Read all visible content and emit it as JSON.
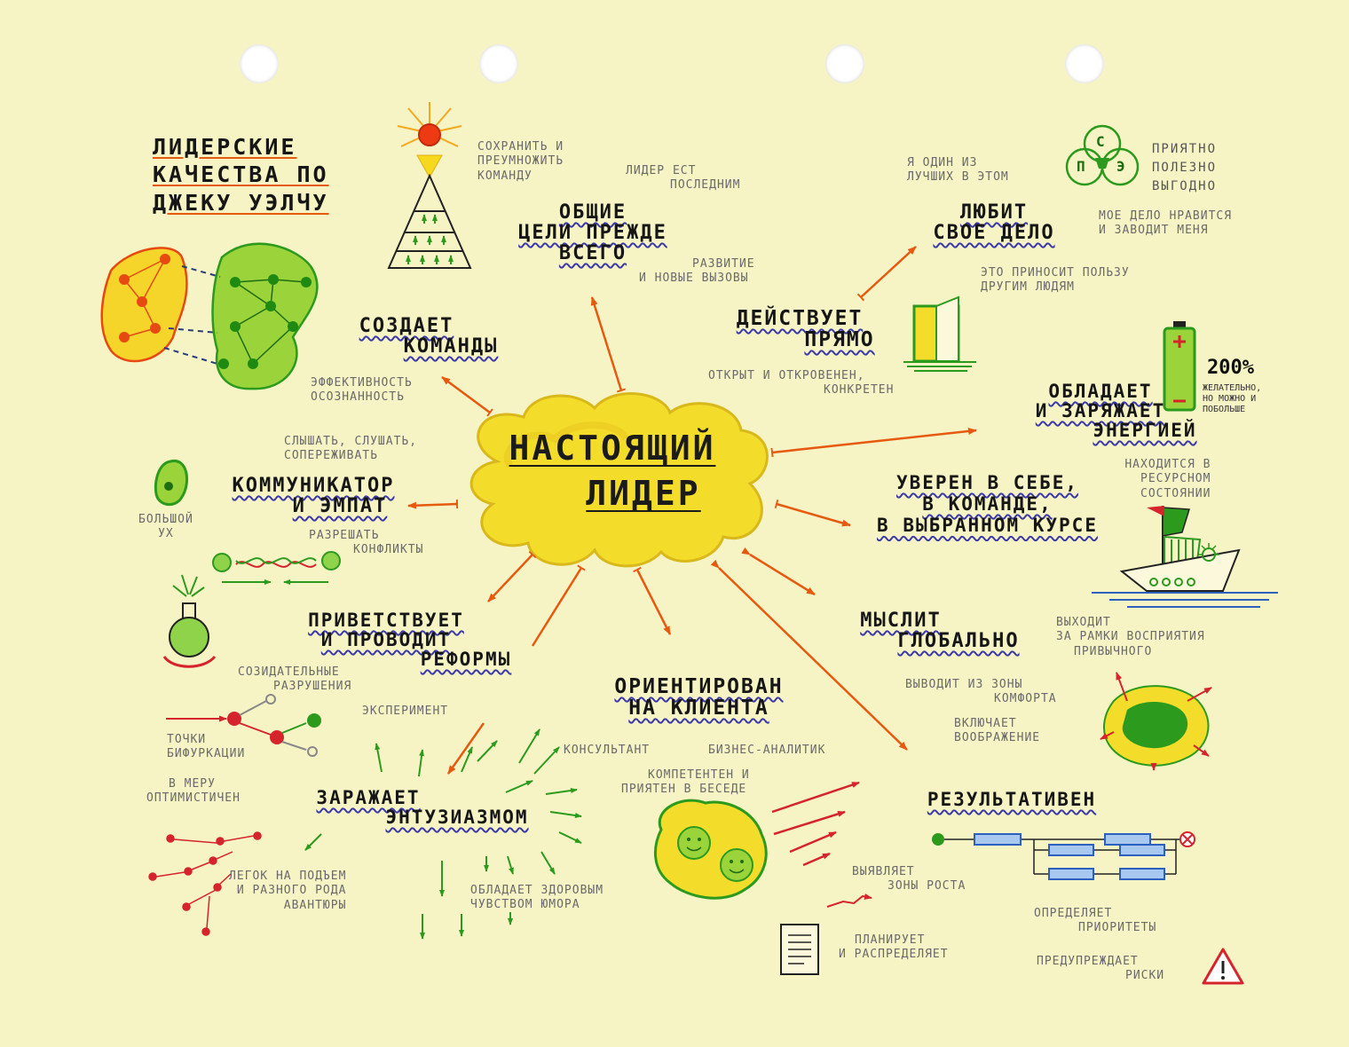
{
  "title": [
    "ЛИДЕРСКИЕ",
    "КАЧЕСТВА ПО",
    "ДЖЕКУ УЭЛЧУ"
  ],
  "center": [
    "НАСТОЯЩИЙ",
    "ЛИДЕР"
  ],
  "nodes": {
    "goals": [
      "ОБЩИЕ",
      "ЦЕЛИ ПРЕЖДЕ",
      "ВСЕГО"
    ],
    "loves": [
      "ЛЮБИТ",
      "СВОЕ ДЕЛО"
    ],
    "direct": [
      "ДЕЙСТВУЕТ",
      "ПРЯМО"
    ],
    "energy": [
      "ОБЛАДАЕТ",
      "И ЗАРЯЖАЕТ",
      "ЭНЕРГИЕЙ"
    ],
    "confident": [
      "УВЕРЕН В СЕБЕ,",
      "В КОМАНДЕ,",
      "В ВЫБРАННОМ КУРСЕ"
    ],
    "global": [
      "МЫСЛИТ",
      "ГЛОБАЛЬНО"
    ],
    "result": [
      "РЕЗУЛЬТАТИВЕН"
    ],
    "client": [
      "ОРИЕНТИРОВАН",
      "НА КЛИЕНТА"
    ],
    "enthusiasm": [
      "ЗАРАЖАЕТ",
      "ЭНТУЗИАЗМОМ"
    ],
    "reforms": [
      "ПРИВЕТСТВУЕТ",
      "И ПРОВОДИТ",
      "РЕФОРМЫ"
    ],
    "communicator": [
      "КОММУНИКАТОР",
      "И ЭМПАТ"
    ],
    "teams": [
      "СОЗДАЕТ",
      "КОМАНДЫ"
    ]
  },
  "notes": {
    "preserve": [
      "СОХРАНИТЬ И",
      "ПРЕУМНОЖИТЬ",
      "КОМАНДУ"
    ],
    "eats_last": [
      "ЛИДЕР ЕСТ",
      "ПОСЛЕДНИМ"
    ],
    "development": [
      "РАЗВИТИЕ",
      "И НОВЫЕ ВЫЗОВЫ"
    ],
    "one_of_best": [
      "Я ОДИН ИЗ",
      "ЛУЧШИХ В ЭТОМ"
    ],
    "like_work": [
      "МОЕ ДЕЛО НРАВИТСЯ",
      "И ЗАВОДИТ МЕНЯ"
    ],
    "benefit": [
      "ЭТО ПРИНОСИТ ПОЛЬЗУ",
      "ДРУГИМ ЛЮДЯМ"
    ],
    "open": [
      "ОТКРЫТ И ОТКРОВЕНЕН,",
      "КОНКРЕТЕН"
    ],
    "resource": [
      "НАХОДИТСЯ В",
      "РЕСУРСНОМ",
      "СОСТОЯНИИ"
    ],
    "beyond": [
      "ВЫХОДИТ",
      "ЗА РАМКИ ВОСПРИЯТИЯ",
      "ПРИВЫЧНОГО"
    ],
    "comfort": [
      "ВЫВОДИТ ИЗ ЗОНЫ",
      "КОМФОРТА"
    ],
    "imagination": [
      "ВКЛЮЧАЕТ",
      "ВООБРАЖЕНИЕ"
    ],
    "consultant": [
      "КОНСУЛЬТАНТ"
    ],
    "analyst": [
      "БИЗНЕС-АНАЛИТИК"
    ],
    "competent": [
      "КОМПЕТЕНТЕН И",
      "ПРИЯТЕН В БЕСЕДЕ"
    ],
    "growth": [
      "ВЫЯВЛЯЕТ",
      "ЗОНЫ РОСТА"
    ],
    "priorities": [
      "ОПРЕДЕЛЯЕТ",
      "ПРИОРИТЕТЫ"
    ],
    "plans": [
      "ПЛАНИРУЕТ",
      "И РАСПРЕДЕЛЯЕТ"
    ],
    "risks": [
      "ПРЕДУПРЕЖДАЕТ",
      "РИСКИ"
    ],
    "humor": [
      "ОБЛАДАЕТ ЗДОРОВЫМ",
      "ЧУВСТВОМ ЮМОРА"
    ],
    "adventures": [
      "ЛЕГОК НА ПОДЪЕМ",
      "И РАЗНОГО РОДА",
      "АВАНТЮРЫ"
    ],
    "optimistic": [
      "В МЕРУ",
      "ОПТИМИСТИЧЕН"
    ],
    "bifurcation": [
      "ТОЧКИ",
      "БИФУРКАЦИИ"
    ],
    "destruction": [
      "СОЗИДАТЕЛЬНЫЕ",
      "РАЗРУШЕНИЯ"
    ],
    "experiment": [
      "ЭКСПЕРИМЕНТ"
    ],
    "big_ear": [
      "БОЛЬШОЙ",
      "УХ"
    ],
    "listen": [
      "СЛЫШАТЬ, СЛУШАТЬ,",
      "СОПЕРЕЖИВАТЬ"
    ],
    "conflicts": [
      "РАЗРЕШАТЬ",
      "КОНФЛИКТЫ"
    ],
    "efficiency": [
      "ЭФФЕКТИВНОСТЬ",
      "ОСОЗНАННОСТЬ"
    ]
  },
  "venn": {
    "letters": [
      "С",
      "П",
      "Э"
    ],
    "labels": [
      "ПРИЯТНО",
      "ПОЛЕЗНО",
      "ВЫГОДНО"
    ]
  },
  "battery": {
    "value": "200%",
    "note": [
      "ЖЕЛАТЕЛЬНО,",
      "НО МОЖНО И",
      "ПОБОЛЬШЕ"
    ]
  },
  "colors": {
    "paper": "#f6f3c4",
    "arrow": "#e65a10",
    "ink": "#161616",
    "cloud": "#f4dd2a",
    "green": "#2c9a1d",
    "red": "#d5242c",
    "blue": "#2d5fbf"
  }
}
